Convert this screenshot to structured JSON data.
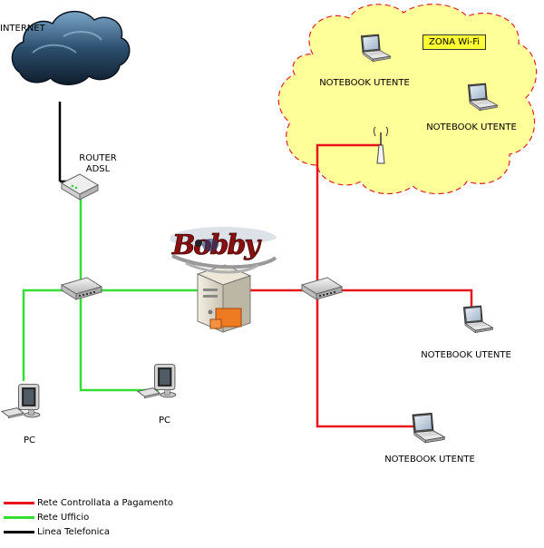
{
  "labels": {
    "internet": "INTERNET",
    "router_line1": "ROUTER",
    "router_line2": "ADSL",
    "zona_wifi": "ZONA Wi-Fi",
    "notebook_wifi_1": "NOTEBOOK UTENTE",
    "notebook_wifi_2": "NOTEBOOK UTENTE",
    "notebook_wired_1": "NOTEBOOK UTENTE",
    "notebook_wired_2": "NOTEBOOK UTENTE",
    "pc_1": "PC",
    "pc_2": "PC"
  },
  "legend": [
    {
      "label": "Rete Controllata a Pagamento",
      "color": "#e8141b"
    },
    {
      "label": "Rete Ufficio",
      "color": "#33dd33"
    },
    {
      "label": "Linea Telefonica",
      "color": "#000000"
    }
  ],
  "colors": {
    "paid_network": "#e8141b",
    "office_network": "#33dd33",
    "phone_line": "#000000",
    "wifi_zone_fill": "#ffff99",
    "wifi_zone_border": "#dd2222"
  },
  "icons": {
    "cloud": "internet-cloud-icon",
    "router": "router-icon",
    "switch": "network-switch-icon",
    "server": "server-icon",
    "laptop": "laptop-icon",
    "desktop": "desktop-pc-icon",
    "antenna": "wifi-antenna-icon",
    "logo": "bobby-logo"
  }
}
